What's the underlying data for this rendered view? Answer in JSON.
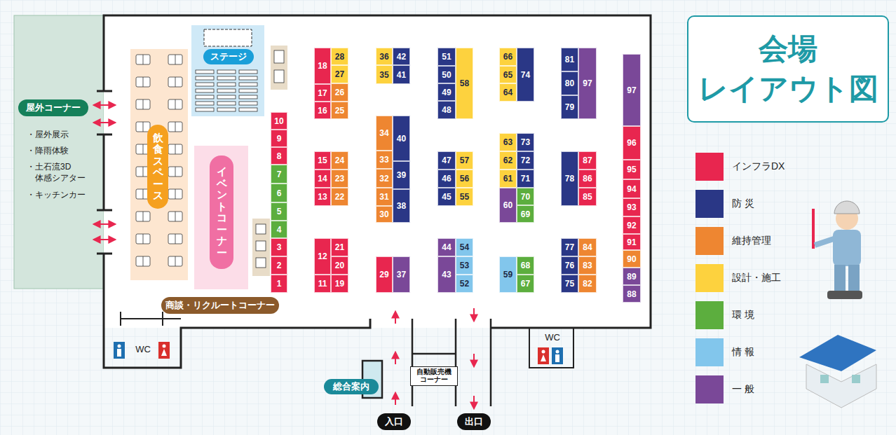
{
  "diagram": {
    "title": "会場 レイアウト図",
    "nodes": [
      {
        "text": [
          "屋外コーナー"
        ]
      },
      {
        "text": [
          "ステージ"
        ]
      },
      {
        "text": [
          "飲食スペース"
        ]
      },
      {
        "text": [
          "イベントコーナー"
        ]
      },
      {
        "text": [
          "商談・リクルートコーナー"
        ]
      },
      {
        "text": [
          "10"
        ]
      },
      {
        "text": [
          "9"
        ]
      },
      {
        "text": [
          "8"
        ]
      },
      {
        "text": [
          "7"
        ]
      },
      {
        "text": [
          "6"
        ]
      },
      {
        "text": [
          "5"
        ]
      },
      {
        "text": [
          "4"
        ]
      },
      {
        "text": [
          "3"
        ]
      },
      {
        "text": [
          "2"
        ]
      },
      {
        "text": [
          "1"
        ]
      },
      {
        "text": [
          "18"
        ]
      },
      {
        "text": [
          "17"
        ]
      },
      {
        "text": [
          "16"
        ]
      },
      {
        "text": [
          "15"
        ]
      },
      {
        "text": [
          "14"
        ]
      },
      {
        "text": [
          "13"
        ]
      },
      {
        "text": [
          "12"
        ]
      },
      {
        "text": [
          "11"
        ]
      },
      {
        "text": [
          "28"
        ]
      },
      {
        "text": [
          "27"
        ]
      },
      {
        "text": [
          "26"
        ]
      },
      {
        "text": [
          "25"
        ]
      },
      {
        "text": [
          "24"
        ]
      },
      {
        "text": [
          "23"
        ]
      },
      {
        "text": [
          "22"
        ]
      },
      {
        "text": [
          "21"
        ]
      },
      {
        "text": [
          "20"
        ]
      },
      {
        "text": [
          "19"
        ]
      },
      {
        "text": [
          "36"
        ]
      },
      {
        "text": [
          "35"
        ]
      },
      {
        "text": [
          "34"
        ]
      },
      {
        "text": [
          "33"
        ]
      },
      {
        "text": [
          "32"
        ]
      },
      {
        "text": [
          "31"
        ]
      },
      {
        "text": [
          "30"
        ]
      },
      {
        "text": [
          "29"
        ]
      },
      {
        "text": [
          "42"
        ]
      },
      {
        "text": [
          "41"
        ]
      },
      {
        "text": [
          "40"
        ]
      },
      {
        "text": [
          "39"
        ]
      },
      {
        "text": [
          "38"
        ]
      },
      {
        "text": [
          "37"
        ]
      },
      {
        "text": [
          "51"
        ]
      },
      {
        "text": [
          "50"
        ]
      },
      {
        "text": [
          "49"
        ]
      },
      {
        "text": [
          "48"
        ]
      },
      {
        "text": [
          "47"
        ]
      },
      {
        "text": [
          "46"
        ]
      },
      {
        "text": [
          "45"
        ]
      },
      {
        "text": [
          "44"
        ]
      },
      {
        "text": [
          "43"
        ]
      },
      {
        "text": [
          "58"
        ]
      },
      {
        "text": [
          "57"
        ]
      },
      {
        "text": [
          "56"
        ]
      },
      {
        "text": [
          "55"
        ]
      },
      {
        "text": [
          "54"
        ]
      },
      {
        "text": [
          "53"
        ]
      },
      {
        "text": [
          "52"
        ]
      },
      {
        "text": [
          "66"
        ]
      },
      {
        "text": [
          "65"
        ]
      },
      {
        "text": [
          "64"
        ]
      },
      {
        "text": [
          "63"
        ]
      },
      {
        "text": [
          "62"
        ]
      },
      {
        "text": [
          "61"
        ]
      },
      {
        "text": [
          "60"
        ]
      },
      {
        "text": [
          "59"
        ]
      },
      {
        "text": [
          "74"
        ]
      },
      {
        "text": [
          "73"
        ]
      },
      {
        "text": [
          "72"
        ]
      },
      {
        "text": [
          "71"
        ]
      },
      {
        "text": [
          "70"
        ]
      },
      {
        "text": [
          "69"
        ]
      },
      {
        "text": [
          "68"
        ]
      },
      {
        "text": [
          "67"
        ]
      },
      {
        "text": [
          "81"
        ]
      },
      {
        "text": [
          "80"
        ]
      },
      {
        "text": [
          "79"
        ]
      },
      {
        "text": [
          "78"
        ]
      },
      {
        "text": [
          "77"
        ]
      },
      {
        "text": [
          "76"
        ]
      },
      {
        "text": [
          "75"
        ]
      },
      {
        "text": [
          "97"
        ]
      },
      {
        "text": [
          "87"
        ]
      },
      {
        "text": [
          "86"
        ]
      },
      {
        "text": [
          "85"
        ]
      },
      {
        "text": [
          "84"
        ]
      },
      {
        "text": [
          "83"
        ]
      },
      {
        "text": [
          "82"
        ]
      },
      {
        "text": [
          "97"
        ]
      },
      {
        "text": [
          "96"
        ]
      },
      {
        "text": [
          "95"
        ]
      },
      {
        "text": [
          "94"
        ]
      },
      {
        "text": [
          "93"
        ]
      },
      {
        "text": [
          "92"
        ]
      },
      {
        "text": [
          "91"
        ]
      },
      {
        "text": [
          "90"
        ]
      },
      {
        "text": [
          "89"
        ]
      },
      {
        "text": [
          "88"
        ]
      },
      {
        "text": [
          "総合案内"
        ]
      },
      {
        "text": [
          "自動販売機 コーナー"
        ]
      },
      {
        "text": [
          "入口"
        ]
      },
      {
        "text": [
          "出口"
        ]
      }
    ],
    "labels": [
      "・屋外展示",
      "・降雨体験",
      "・土石流3D 体感シアター",
      "・キッチンカー",
      "WC",
      "WC"
    ],
    "legend": [
      {
        "text": "インフラDX",
        "color": "#e8264f"
      },
      {
        "text": "防 災",
        "color": "#2a3786"
      },
      {
        "text": "維持管理",
        "color": "#ee8631"
      },
      {
        "text": "設計・施工",
        "color": "#fdd23e"
      },
      {
        "text": "環 境",
        "color": "#5cae3e"
      },
      {
        "text": "情 報",
        "color": "#82c6ec"
      },
      {
        "text": "一 般",
        "color": "#7a4898"
      }
    ]
  }
}
